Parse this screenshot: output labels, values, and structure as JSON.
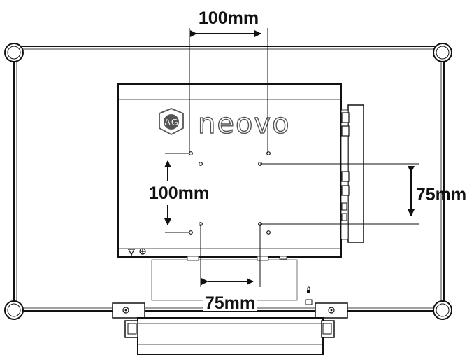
{
  "brand": {
    "logo_text": "AG",
    "name": "neovo"
  },
  "dimensions": {
    "top": "100mm",
    "left": "100mm",
    "right": "75mm",
    "bottom": "75mm"
  },
  "colors": {
    "line": "#111111",
    "muted": "#555555"
  }
}
